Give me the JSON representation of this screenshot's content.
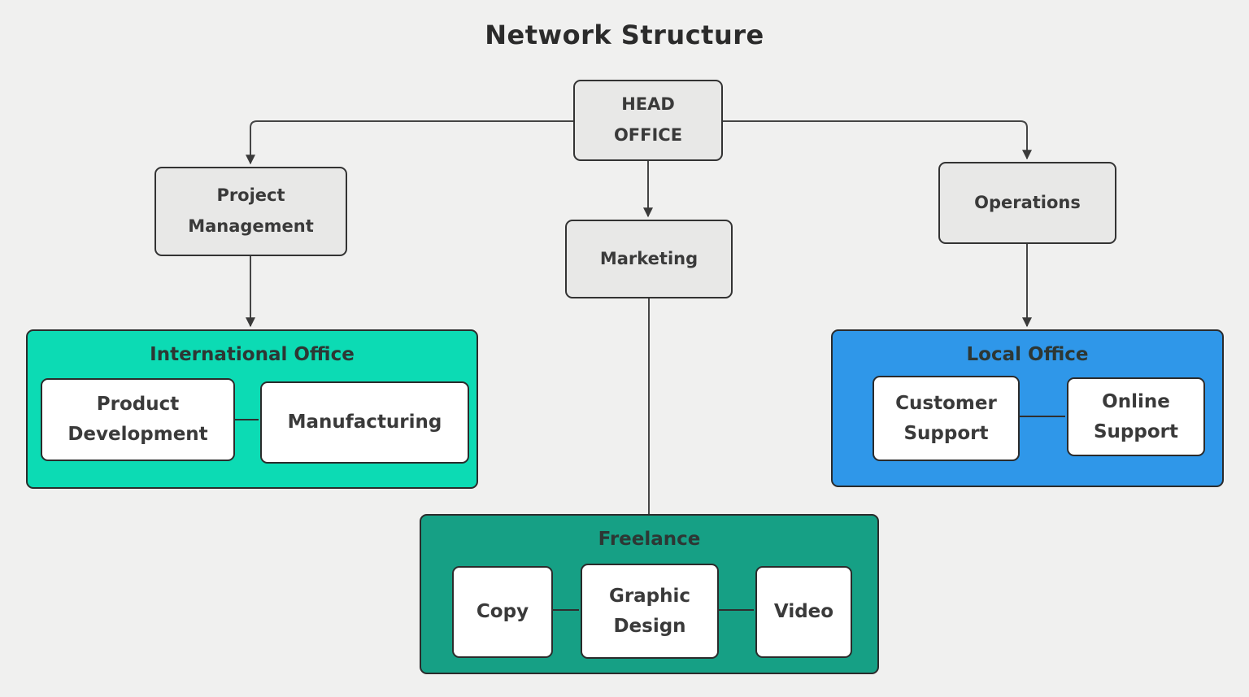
{
  "title": "Network Structure",
  "nodes": {
    "head_office": {
      "label": "HEAD OFFICE"
    },
    "project_management": {
      "label": "Project Management"
    },
    "marketing": {
      "label": "Marketing"
    },
    "operations": {
      "label": "Operations"
    }
  },
  "groups": {
    "international_office": {
      "title": "International Office",
      "fill": "#0cdbb4",
      "children": [
        "Product Development",
        "Manufacturing"
      ]
    },
    "freelance": {
      "title": "Freelance",
      "fill": "#16a085",
      "children": [
        "Copy",
        "Graphic Design",
        "Video"
      ]
    },
    "local_office": {
      "title": "Local Office",
      "fill": "#2f97e9",
      "children": [
        "Customer Support",
        "Online Support"
      ]
    }
  },
  "edges": [
    {
      "from": "HEAD OFFICE",
      "to": "Project Management",
      "arrow": true
    },
    {
      "from": "HEAD OFFICE",
      "to": "Operations",
      "arrow": true
    },
    {
      "from": "HEAD OFFICE",
      "to": "Marketing",
      "arrow": true
    },
    {
      "from": "Project Management",
      "to": "International Office",
      "arrow": true
    },
    {
      "from": "Operations",
      "to": "Local Office",
      "arrow": true
    },
    {
      "from": "Marketing",
      "to": "Freelance",
      "arrow": false
    },
    {
      "from": "Product Development",
      "to": "Manufacturing",
      "arrow": false
    },
    {
      "from": "Copy",
      "to": "Graphic Design",
      "arrow": false
    },
    {
      "from": "Graphic Design",
      "to": "Video",
      "arrow": false
    },
    {
      "from": "Customer Support",
      "to": "Online Support",
      "arrow": false
    }
  ],
  "colors": {
    "background": "#f0f0ef",
    "node_fill": "#e8e8e7",
    "node_border": "#333333",
    "child_fill": "#ffffff",
    "international_office_fill": "#0cdbb4",
    "freelance_fill": "#16a085",
    "local_office_fill": "#2f97e9",
    "connector": "#454545",
    "text": "#3a3a3a"
  }
}
